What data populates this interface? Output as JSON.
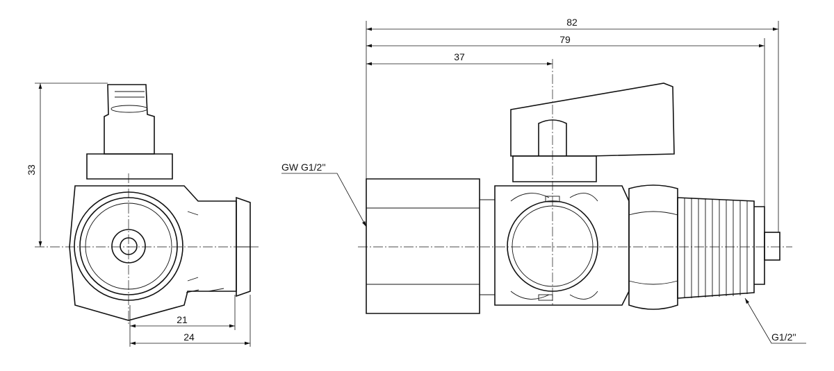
{
  "dimensions": {
    "left_height": "33",
    "left_width_inner": "21",
    "left_width_outer": "24",
    "right_overall": "82",
    "right_to_pipe": "79",
    "right_to_axis": "37"
  },
  "callouts": {
    "inlet_thread": "GW G1/2''",
    "outlet_thread": "G1/2''"
  }
}
